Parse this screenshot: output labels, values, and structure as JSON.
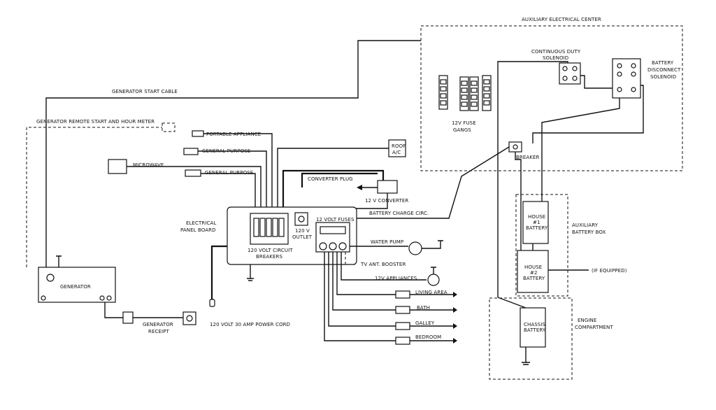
{
  "labels": {
    "aux_center": "AUXILIARY ELECTRICAL CENTER",
    "continuous_duty_1": "CONTINUOUS DUTY",
    "continuous_duty_2": "SOLENOID",
    "battery_disc_1": "BATTERY",
    "battery_disc_2": "DISCONNECT",
    "battery_disc_3": "SOLENOID",
    "fuse_gangs_1": "12V FUSE",
    "fuse_gangs_2": "GANGS",
    "breaker": "BREAKER",
    "generator_start_cable": "GENERATOR START CABLE",
    "generator_remote": "GENERATOR REMOTE START AND HOUR METER",
    "portable_appliance": "PORTABLE APPLIANCE",
    "general_purpose_1": "GENERAL PURPOSE",
    "general_purpose_2": "GENERAL PURPOSE",
    "microwave": "MICROWAVE",
    "roof_ac_1": "ROOF",
    "roof_ac_2": "A/C",
    "converter_plug": "CONVERTER PLUG",
    "converter_12v": "12 V CONVERTER",
    "battery_charge": "BATTERY CHARGE CIRC.",
    "electrical_panel_1": "ELECTRICAL",
    "electrical_panel_2": "PANEL BOARD",
    "outlet_1": "120 V",
    "outlet_2": "OUTLET",
    "fuses_12v": "12 VOLT FUSES",
    "breakers_1": "120 VOLT CIRCUIT",
    "breakers_2": "BREAKERS",
    "water_pump": "WATER PUMP",
    "tv_booster": "TV ANT. BOOSTER",
    "appliances_12v": "12V APPLIANCES",
    "living_area": "LIVING AREA",
    "bath": "BATH",
    "galley": "GALLEY",
    "bedroom": "BEDROOM",
    "power_cord": "120 VOLT 30 AMP POWER CORD",
    "generator": "GENERATOR",
    "generator_receipt_1": "GENERATOR",
    "generator_receipt_2": "RECEIPT",
    "aux_battery_box_1": "AUXILIARY",
    "aux_battery_box_2": "BATTERY BOX",
    "house1_1": "HOUSE",
    "house1_2": "#1",
    "house1_3": "BATTERY",
    "house2_1": "HOUSE",
    "house2_2": "#2",
    "house2_3": "BATTERY",
    "if_equipped": "(IF EQUIPPED)",
    "chassis_1": "CHASSIS",
    "chassis_2": "BATTERY",
    "engine_comp_1": "ENGINE",
    "engine_comp_2": "COMPARTMENT"
  }
}
